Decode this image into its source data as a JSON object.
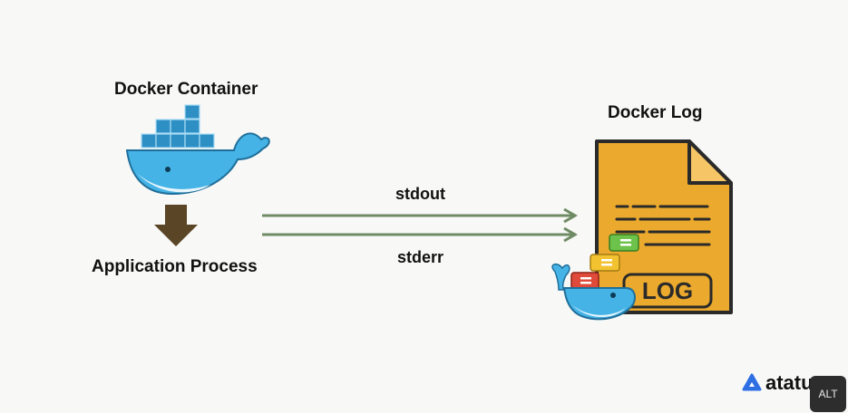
{
  "labels": {
    "container": "Docker Container",
    "process": "Application Process",
    "log": "Docker Log",
    "stdout": "stdout",
    "stderr": "stderr",
    "log_word": "LOG"
  },
  "brand": {
    "name": "atatu"
  },
  "badge": {
    "alt": "ALT"
  },
  "colors": {
    "arrow_line": "#6f8b64",
    "down_arrow": "#5a4526",
    "file_fill": "#eba92d",
    "file_outline": "#2a2a2a",
    "whale_blue": "#46b3e6",
    "container_blue": "#2d8fc4"
  }
}
